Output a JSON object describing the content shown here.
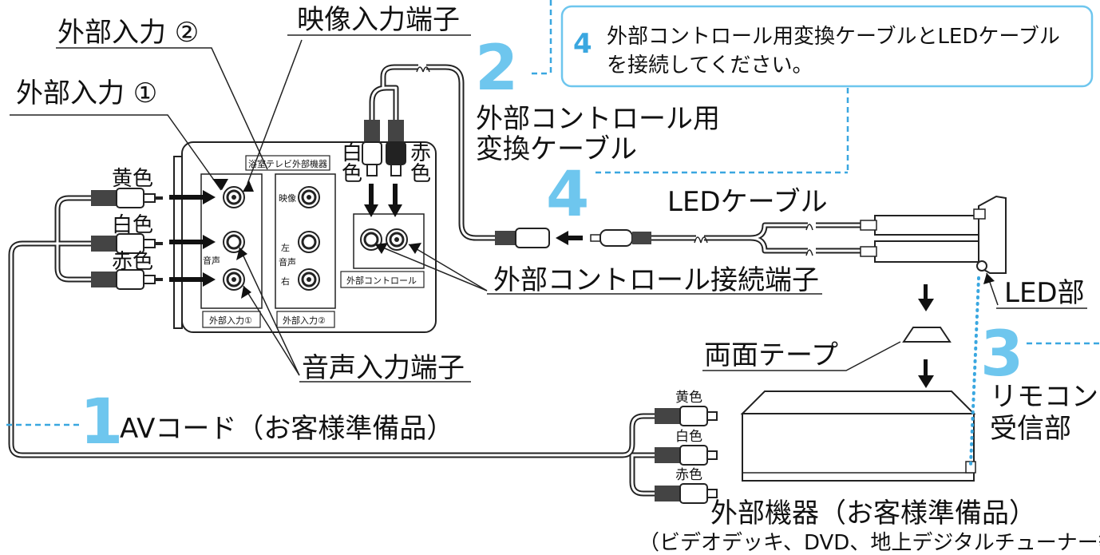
{
  "labels": {
    "input2": "外部入力 ②",
    "video_in": "映像入力端子",
    "input1": "外部入力 ①",
    "control_cable": [
      "外部コントロール用",
      "変換ケーブル"
    ],
    "led_cable": "LEDケーブル",
    "control_terminal": "外部コントロール接続端子",
    "led_part": "LED部",
    "double_tape": "両面テープ",
    "audio_in": "音声入力端子",
    "remote_receiver": [
      "リモコン",
      "受信部"
    ],
    "av_cord": "AVコード（お客様準備品）",
    "external_device": "外部機器（お客様準備品）",
    "external_device_examples": "（ビデオデッキ、DVD、地上デジタルチューナー等）"
  },
  "steps": {
    "s1": "1",
    "s2": "2",
    "s3": "3",
    "s4": "4",
    "s4_small": "4"
  },
  "callout": {
    "line1": "外部コントロール用変換ケーブルとLEDケーブル",
    "line2": "を接続してください。"
  },
  "colors_left": [
    "黄色",
    "白色",
    "赤色"
  ],
  "colors_right": [
    "黄色",
    "白色",
    "赤色"
  ],
  "plug_labels": {
    "white": [
      "白",
      "色"
    ],
    "red": [
      "赤",
      "色"
    ]
  },
  "panel": {
    "title": "浴室テレビ外部機器",
    "video": "映像",
    "left": "左",
    "audio1": "音声",
    "audio2": "音声",
    "right": "右",
    "input1_tag": "外部入力①",
    "input2_tag": "外部入力②",
    "control_tag": "外部コントロール"
  },
  "palette": {
    "accent_blue": "#3aa7e0",
    "step_blue": "#6ec6ee",
    "line": "#222222"
  }
}
